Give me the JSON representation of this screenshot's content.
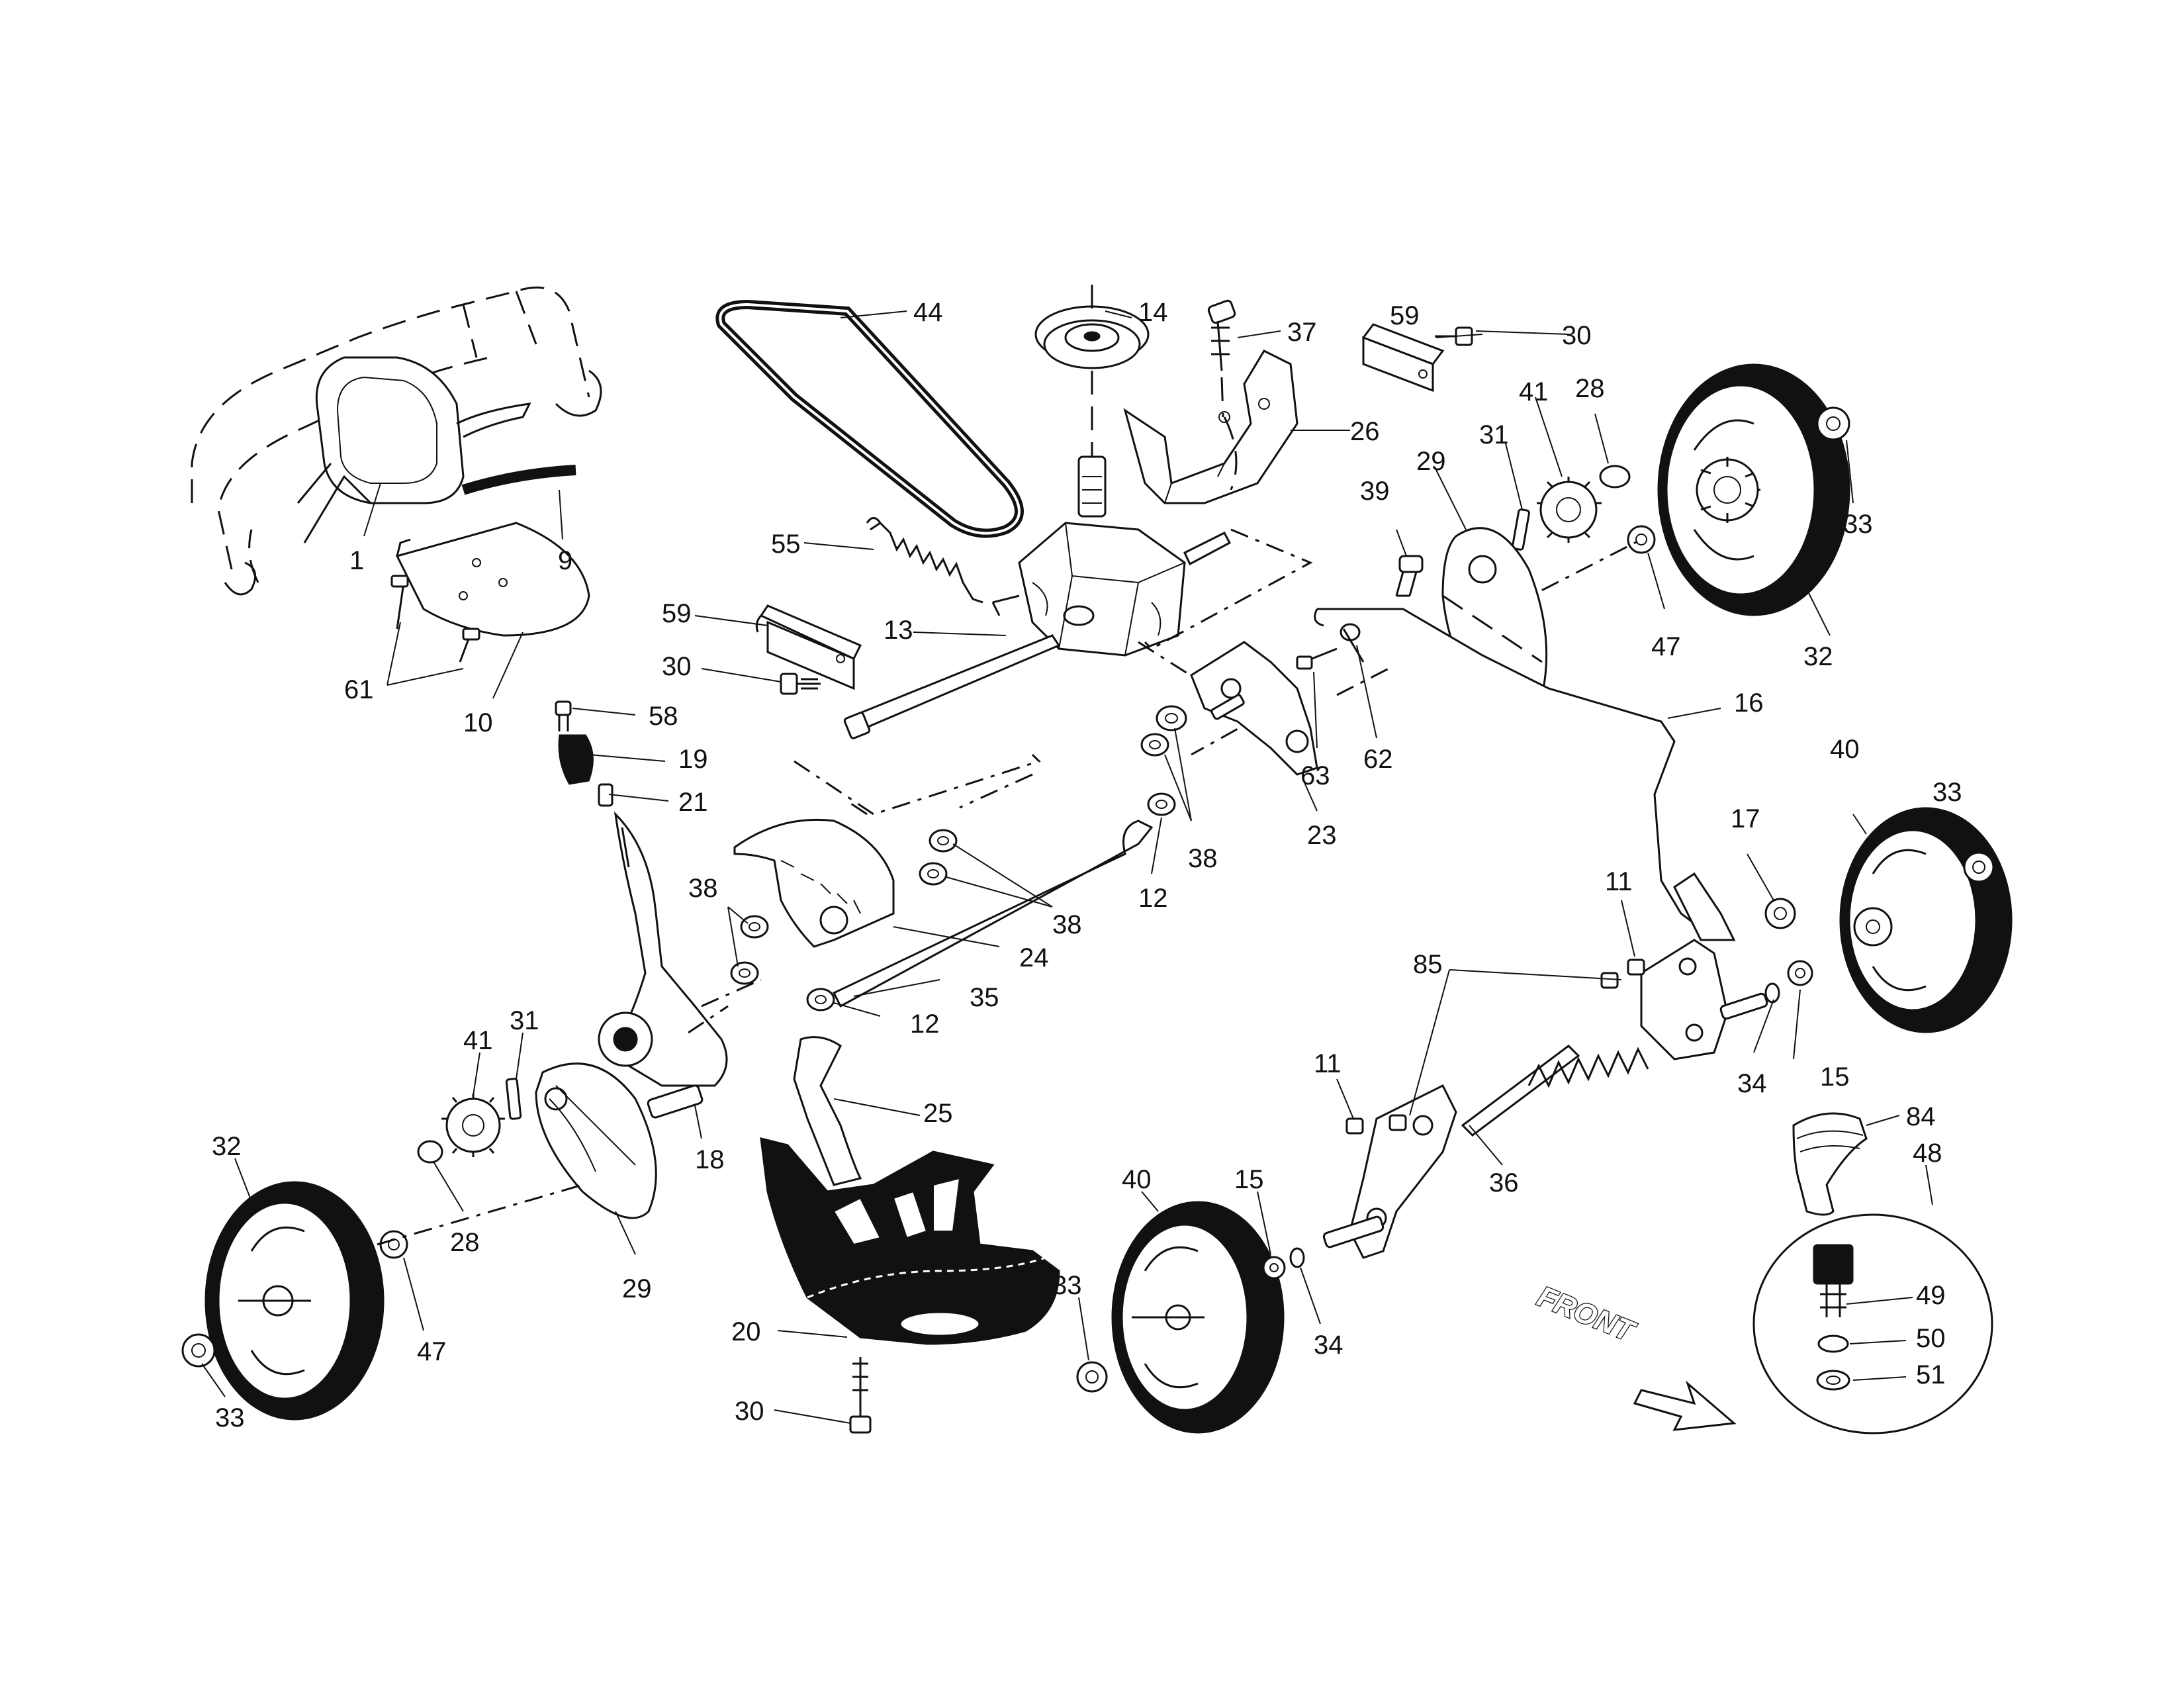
{
  "diagram": {
    "front_label": "FRONT",
    "callouts": {
      "c1": "1",
      "c9": "9",
      "c10": "10",
      "c61": "61",
      "c44": "44",
      "c14": "14",
      "c37": "37",
      "c26": "26",
      "c59a": "59",
      "c30a": "30",
      "c55": "55",
      "c59b": "59",
      "c13": "13",
      "c30b": "30",
      "c58": "58",
      "c19": "19",
      "c21": "21",
      "c39": "39",
      "c29a": "29",
      "c31a": "31",
      "c41a": "41",
      "c28a": "28",
      "c33a": "33",
      "c47a": "47",
      "c32a": "32",
      "c16": "16",
      "c63": "63",
      "c62": "62",
      "c23": "23",
      "c38a": "38",
      "c12a": "12",
      "c38b": "38",
      "c38c": "38",
      "c24": "24",
      "c35": "35",
      "c12b": "12",
      "c40a": "40",
      "c33b": "33",
      "c17": "17",
      "c11a": "11",
      "c85": "85",
      "c34a": "34",
      "c15a": "15",
      "c84": "84",
      "c48": "48",
      "c49": "49",
      "c50": "50",
      "c51": "51",
      "c41b": "41",
      "c31b": "31",
      "c32b": "32",
      "c28b": "28",
      "c29b": "29",
      "c47b": "47",
      "c33c": "33",
      "c18": "18",
      "c25": "25",
      "c20": "20",
      "c30c": "30",
      "c40b": "40",
      "c33d": "33",
      "c15b": "15",
      "c34b": "34",
      "c11b": "11",
      "c36": "36"
    },
    "icons": {
      "wheel": "wheel-icon",
      "gear": "gear-icon",
      "bolt": "bolt-icon",
      "nut": "nut-icon",
      "spring": "spring-icon",
      "belt": "belt-icon",
      "pulley": "pulley-icon",
      "transmission": "transmission-icon",
      "front_arrow": "arrow-right-icon"
    }
  }
}
